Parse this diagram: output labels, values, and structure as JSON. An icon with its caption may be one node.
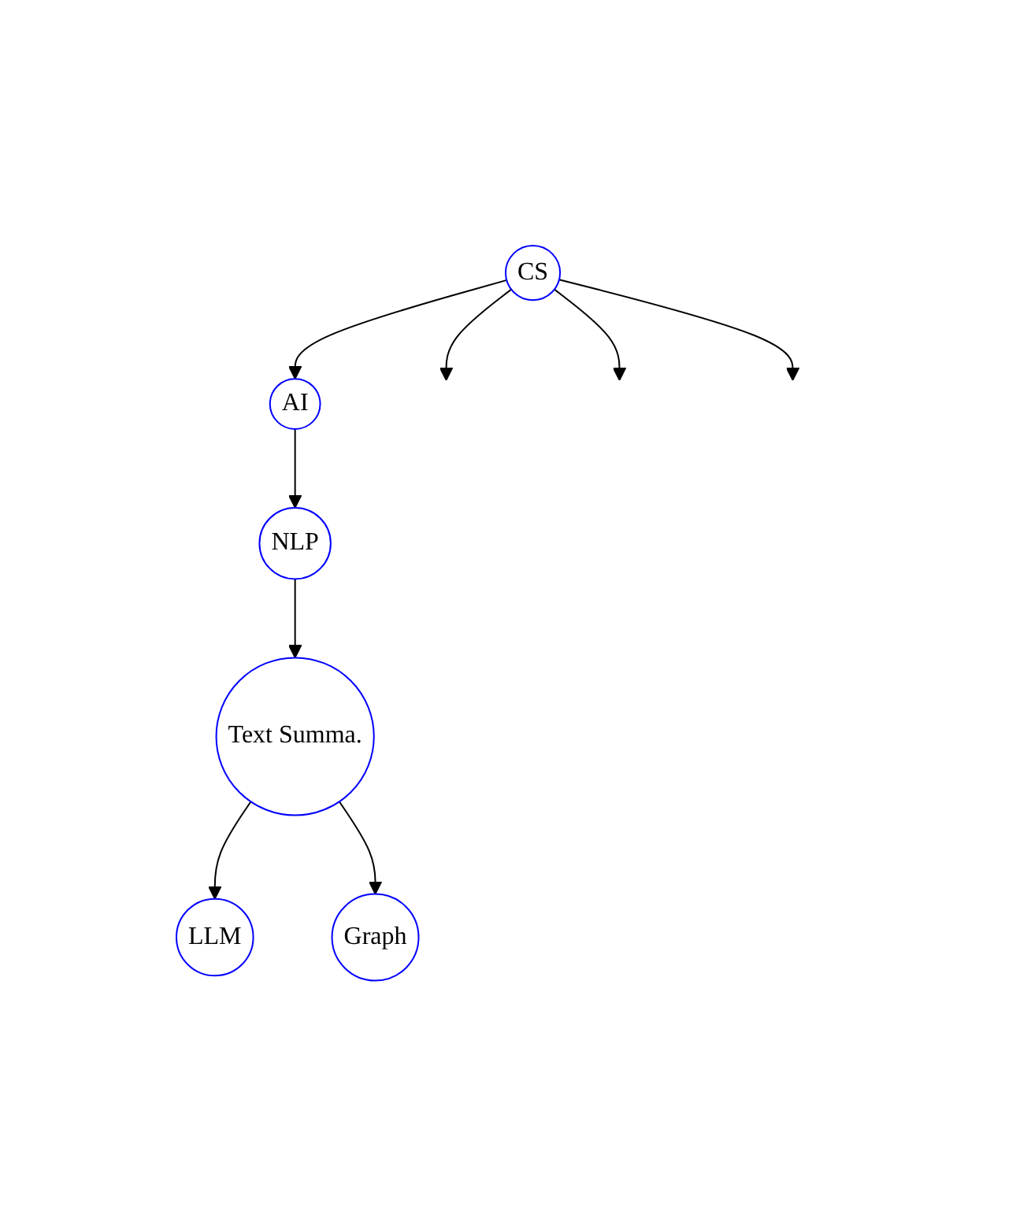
{
  "diagram": {
    "nodes": [
      {
        "text": [
          "CS"
        ]
      },
      {
        "text": [
          "AI"
        ]
      },
      {
        "text": [
          "NLP"
        ]
      },
      {
        "text": [
          "Text Summa."
        ]
      },
      {
        "text": [
          "LLM"
        ]
      },
      {
        "text": [
          "Graph"
        ]
      }
    ],
    "edges": [
      {
        "from": 0,
        "to": 1,
        "arrow": "to"
      },
      {
        "from": 0,
        "to": null,
        "arrow": "to"
      },
      {
        "from": 0,
        "to": null,
        "arrow": "to"
      },
      {
        "from": 0,
        "to": null,
        "arrow": "to"
      },
      {
        "from": 1,
        "to": 2,
        "arrow": "to"
      },
      {
        "from": 2,
        "to": 3,
        "arrow": "to"
      },
      {
        "from": 3,
        "to": 4,
        "arrow": "to"
      },
      {
        "from": 3,
        "to": 5,
        "arrow": "to"
      }
    ]
  }
}
